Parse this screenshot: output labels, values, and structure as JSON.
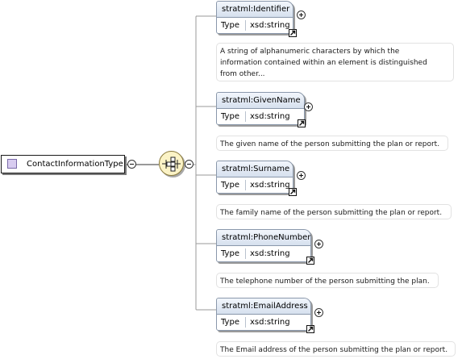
{
  "root": {
    "label": "ContactInformationType"
  },
  "compositor": {
    "kind": "sequence"
  },
  "elements": [
    {
      "name": "stratml:Identifier",
      "type_key": "Type",
      "type_value": "xsd:string",
      "doc": [
        "A string of alphanumeric characters by which the",
        "information contained within an element is distinguished",
        "from other..."
      ]
    },
    {
      "name": "stratml:GivenName",
      "type_key": "Type",
      "type_value": "xsd:string",
      "doc": [
        "The given name of the person submitting the plan or report."
      ]
    },
    {
      "name": "stratml:Surname",
      "type_key": "Type",
      "type_value": "xsd:string",
      "doc": [
        "The family name of the person submitting the plan or report."
      ]
    },
    {
      "name": "stratml:PhoneNumber",
      "type_key": "Type",
      "type_value": "xsd:string",
      "doc": [
        "The telephone number of the person submitting the plan."
      ]
    },
    {
      "name": "stratml:EmailAddress",
      "type_key": "Type",
      "type_value": "xsd:string",
      "doc": [
        "The Email address of the person submitting the plan or report."
      ]
    }
  ],
  "colors": {
    "header_top": "#f2f6fc",
    "header_bottom": "#d6e0ee",
    "box_border": "#8a98ab",
    "compositor_fill": "#fbf3c6",
    "type_icon_fill": "#d8ccf0"
  }
}
